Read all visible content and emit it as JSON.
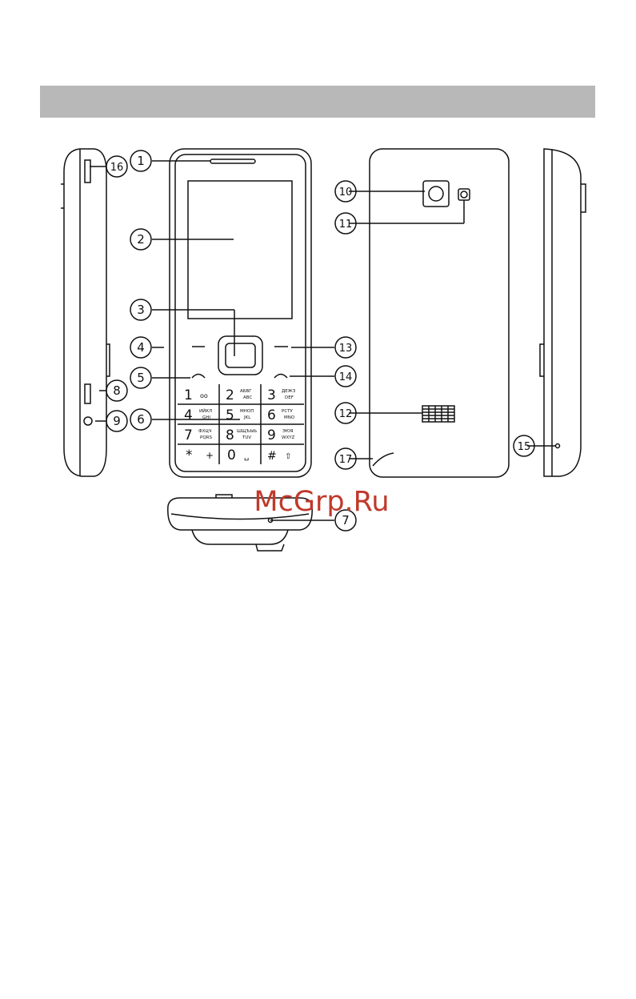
{
  "watermark": "McGrp.Ru",
  "callouts": {
    "c1": "1",
    "c2": "2",
    "c3": "3",
    "c4": "4",
    "c5": "5",
    "c6": "6",
    "c7": "7",
    "c8": "8",
    "c9": "9",
    "c10": "10",
    "c11": "11",
    "c12": "12",
    "c13": "13",
    "c14": "14",
    "c15": "15",
    "c16": "16",
    "c17": "17"
  },
  "keypad": {
    "k1_main": "1",
    "k1_sub": "oo",
    "k2_main": "2",
    "k2_sub1": "АБВГ",
    "k2_sub2": "ABC",
    "k3_main": "3",
    "k3_sub1": "ДЕЖЗ",
    "k3_sub2": "DEF",
    "k4_main": "4",
    "k4_sub1": "ИЙКЛ",
    "k4_sub2": "GHI",
    "k5_main": "5",
    "k5_sub1": "МНОП",
    "k5_sub2": "JKL",
    "k6_main": "6",
    "k6_sub1": "РСТУ",
    "k6_sub2": "MNO",
    "k7_main": "7",
    "k7_sub1": "ФХЦЧ",
    "k7_sub2": "PQRS",
    "k8_main": "8",
    "k8_sub1": "ШЩЪЫЬ",
    "k8_sub2": "TUV",
    "k9_main": "9",
    "k9_sub1": "ЭЮЯ",
    "k9_sub2": "WXYZ",
    "kstar_main": "*",
    "kstar_sub": "+",
    "k0_main": "0",
    "k0_sub": "␣",
    "khash_main": "#",
    "khash_sub": "⇧"
  }
}
